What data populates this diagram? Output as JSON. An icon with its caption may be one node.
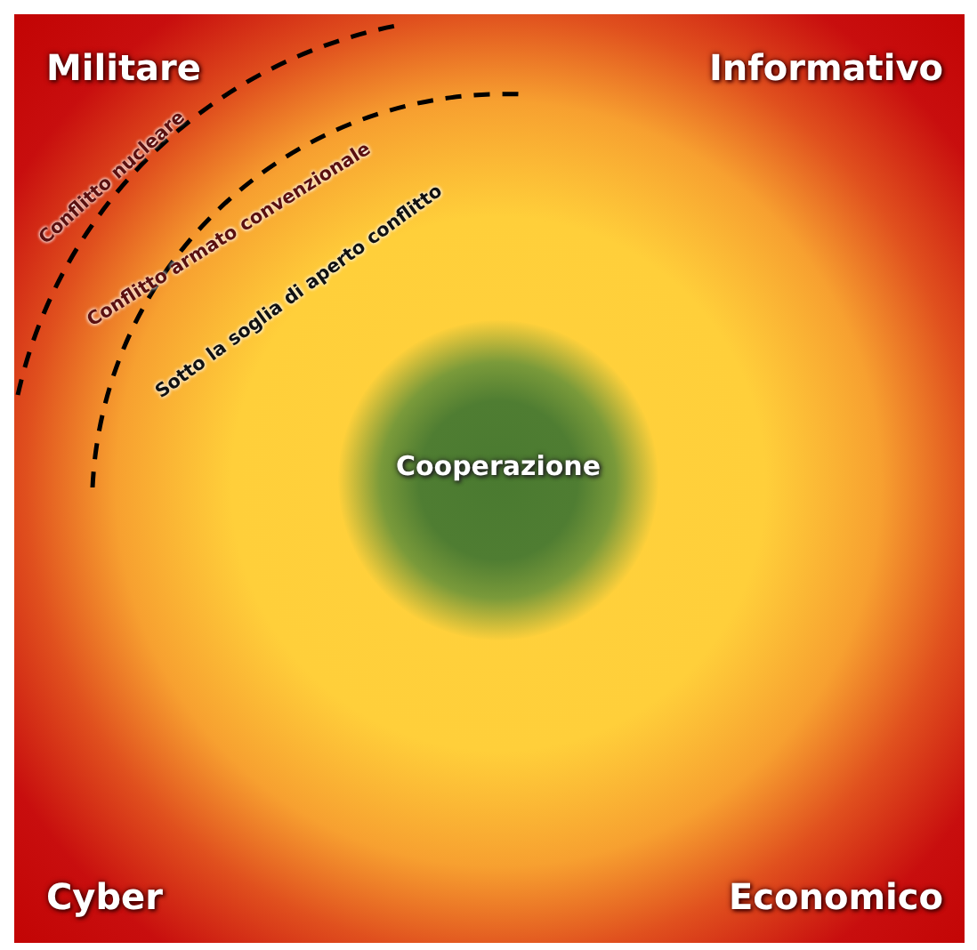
{
  "diagram": {
    "nodes": [
      {
        "text": [
          "Cooperazione"
        ]
      }
    ],
    "labels": [
      "Militare",
      "Informativo",
      "Conflitto nucleare",
      "Conflitto armato convenzionale",
      "Sotto la soglia di aperto conflitto",
      "Cyber",
      "Economico"
    ]
  }
}
